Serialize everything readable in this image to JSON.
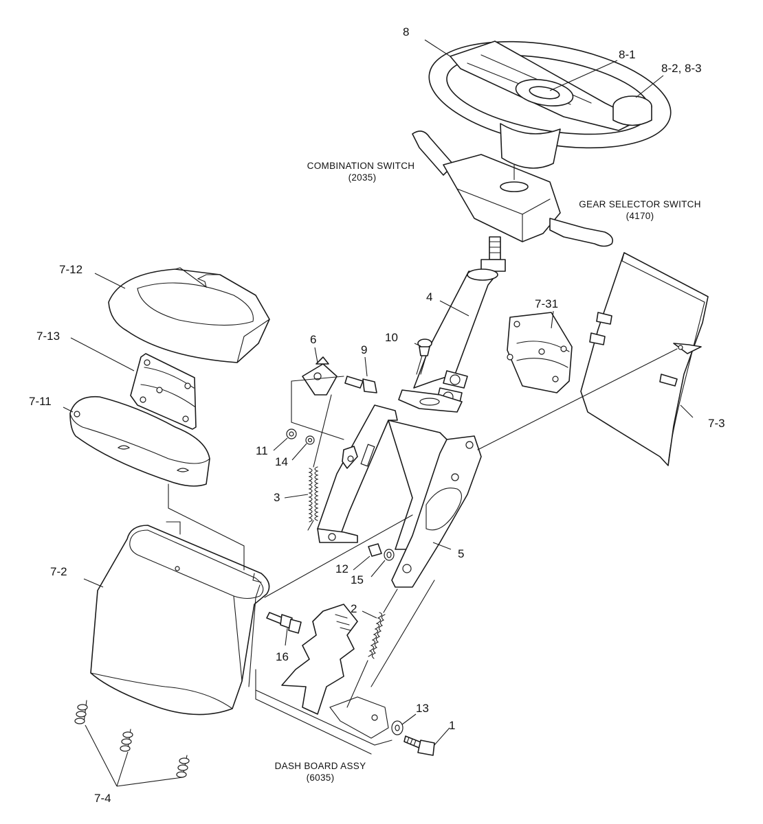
{
  "callouts": {
    "c8": "8",
    "c8_1": "8-1",
    "c8_2_3": "8-2, 8-3",
    "c7_12": "7-12",
    "c7_13": "7-13",
    "c7_11": "7-11",
    "c7_31": "7-31",
    "c7_3": "7-3",
    "c7_2": "7-2",
    "c7_4": "7-4",
    "c4": "4",
    "c6": "6",
    "c9": "9",
    "c10": "10",
    "c11": "11",
    "c14": "14",
    "c3": "3",
    "c5": "5",
    "c12": "12",
    "c15": "15",
    "c2": "2",
    "c16": "16",
    "c13": "13",
    "c1": "1"
  },
  "notes": {
    "combination_switch": {
      "name": "COMBINATION SWITCH",
      "code": "(2035)"
    },
    "gear_selector_switch": {
      "name": "GEAR SELECTOR SWITCH",
      "code": "(4170)"
    },
    "dash_board_assy": {
      "name": "DASH BOARD ASSY",
      "code": "(6035)"
    }
  },
  "colors": {
    "line": "#1a1a1a",
    "background": "#ffffff"
  }
}
